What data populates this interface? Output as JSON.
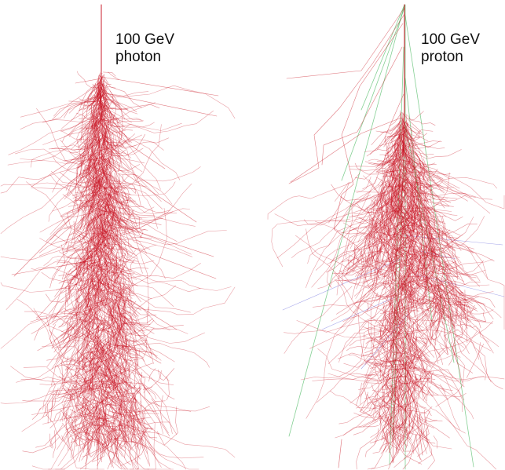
{
  "panels": [
    {
      "energy": "100 GeV",
      "particle": "photon"
    },
    {
      "energy": "100 GeV",
      "particle": "proton"
    }
  ],
  "colors": {
    "electromagnetic": "#c8101e",
    "hadronic": "#1fa83a",
    "muon": "#3a3ad0",
    "background": "#ffffff"
  }
}
